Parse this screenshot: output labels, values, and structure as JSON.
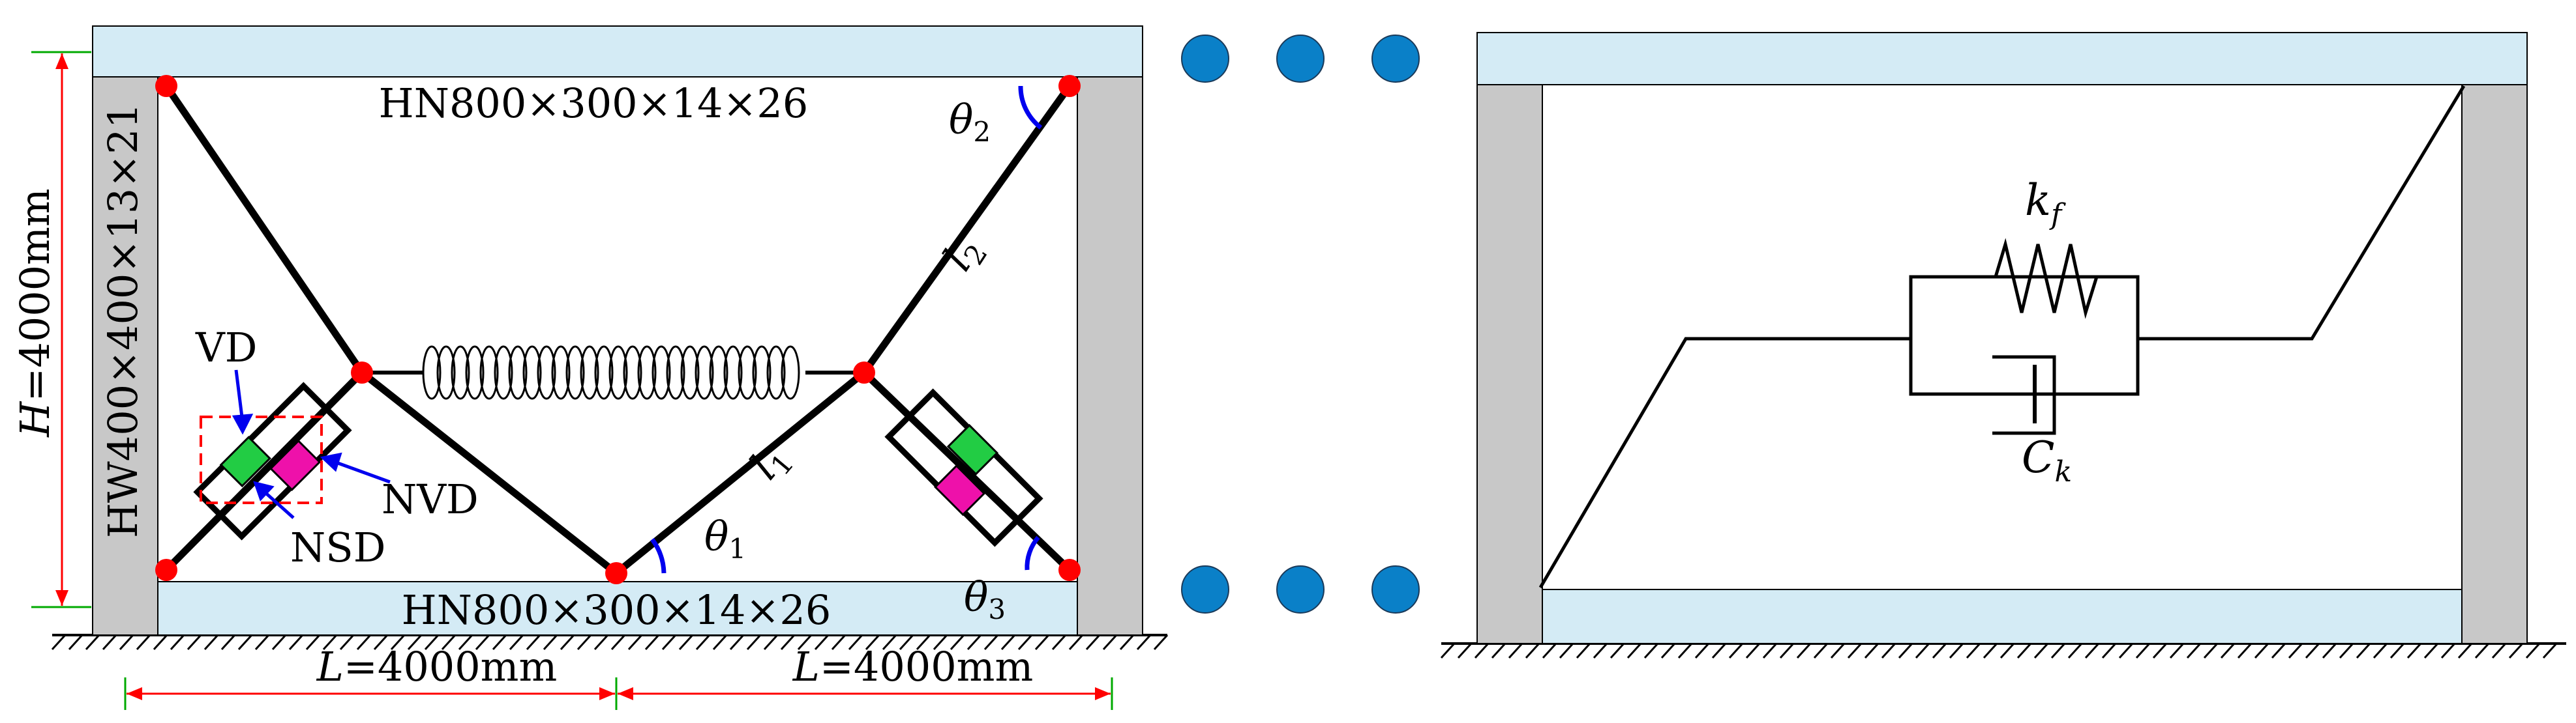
{
  "colors": {
    "beam_fill": "#d4ebf5",
    "column_fill": "#c8c8c8",
    "joint_red": "#ff0000",
    "dimension_red": "#ff0000",
    "ellipsis_blue": "#0a80c8",
    "vd_green": "#22cc44",
    "nsd_magenta": "#ee11aa",
    "annotation_blue": "#0000ee",
    "tick_green": "#00aa00"
  },
  "left_frame": {
    "top_beam_label": "HN800×300×14×26",
    "bottom_beam_label": "HN800×300×14×26",
    "column_label": "HW400×400×13×21",
    "height_symbol": "H",
    "height_value": "=4000mm",
    "span_left_symbol": "L",
    "span_left_value": "=4000mm",
    "span_right_symbol": "L",
    "span_right_value": "=4000mm",
    "theta1_symbol": "θ",
    "theta1_sub": "1",
    "theta2_symbol": "θ",
    "theta2_sub": "2",
    "theta3_symbol": "θ",
    "theta3_sub": "3",
    "l1_symbol": "l",
    "l1_sub": "1",
    "l2_symbol": "l",
    "l2_sub": "2",
    "vd_label": "VD",
    "nvd_label": "NVD",
    "nsd_label": "NSD"
  },
  "right_frame": {
    "spring_symbol": "k",
    "spring_sub": "f",
    "damper_symbol": "C",
    "damper_sub": "k"
  },
  "ellipsis_icons": [
    "dot",
    "dot",
    "dot"
  ]
}
